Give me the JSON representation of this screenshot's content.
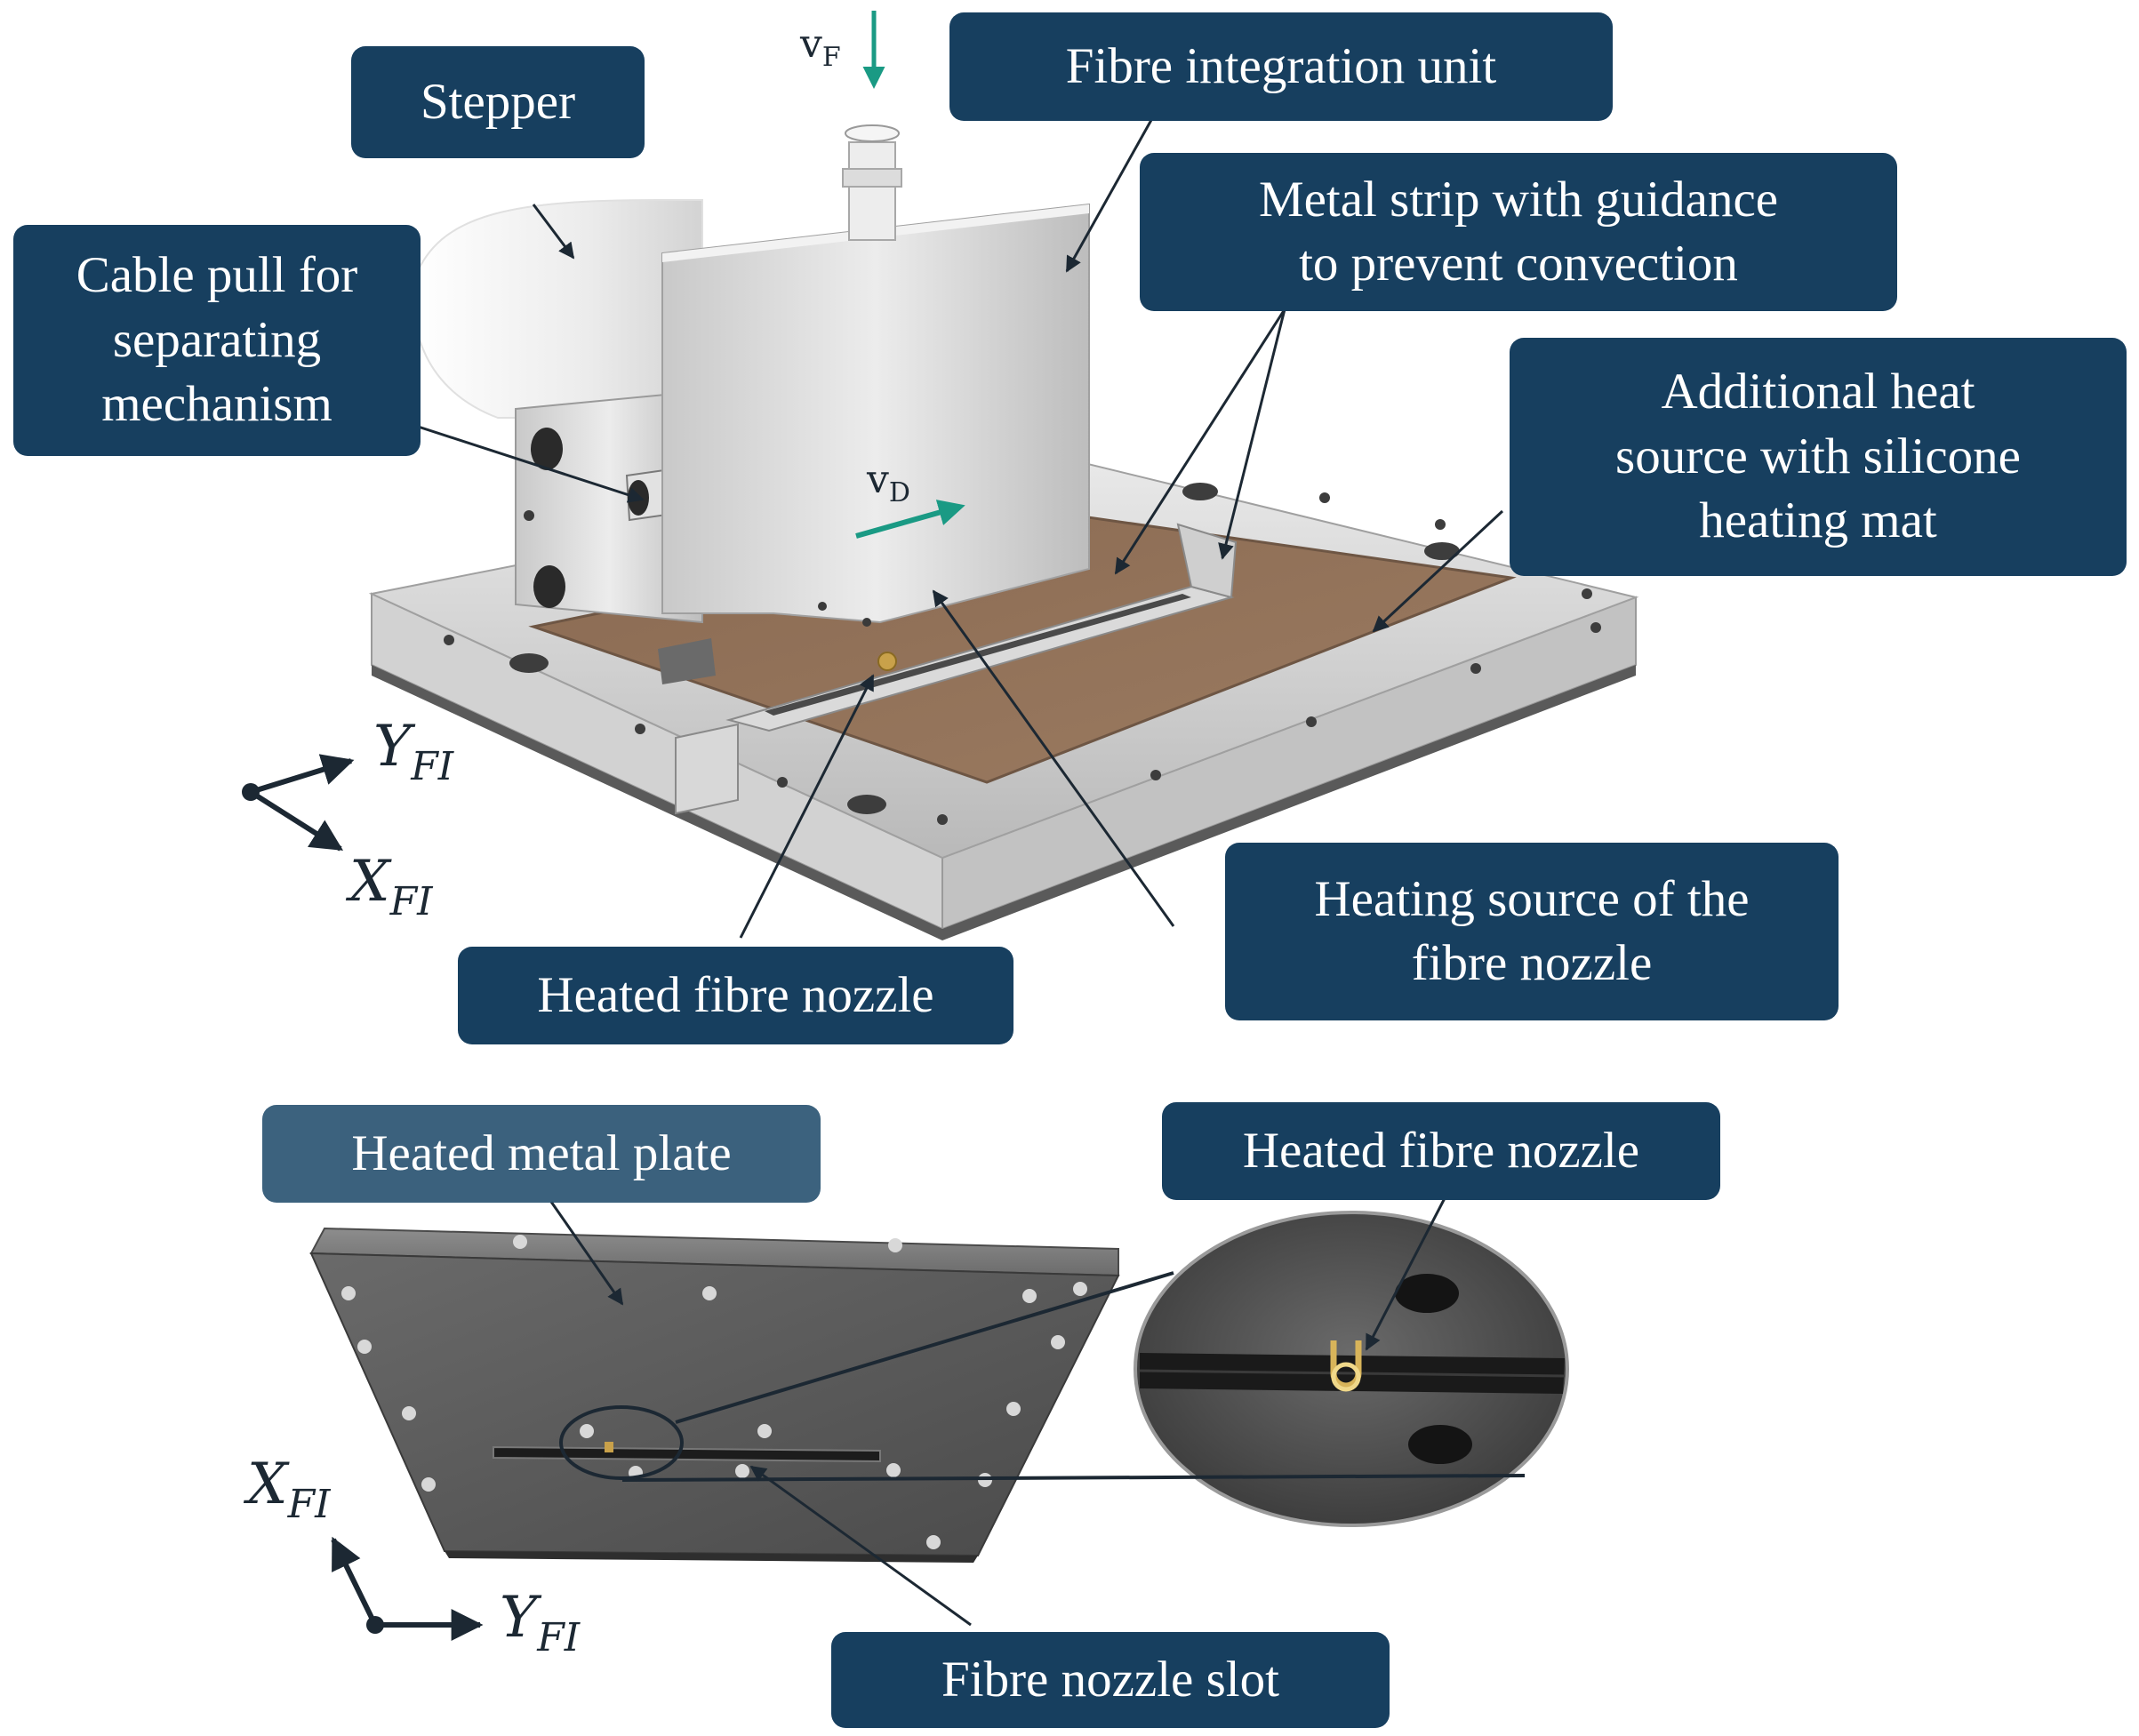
{
  "labels": {
    "stepper": "Stepper",
    "cable_pull": "Cable pull for\nseparating\nmechanism",
    "fibre_integration_unit": "Fibre integration unit",
    "metal_strip": "Metal strip with guidance\nto prevent convection",
    "additional_heat_source": "Additional heat\nsource with silicone\nheating mat",
    "heating_source_nozzle": "Heating source of the\nfibre nozzle",
    "heated_fibre_nozzle_top": "Heated fibre nozzle",
    "heated_metal_plate": "Heated metal plate",
    "heated_fibre_nozzle_bottom": "Heated fibre nozzle",
    "fibre_nozzle_slot": "Fibre nozzle slot"
  },
  "velocities": {
    "feed": {
      "symbol": "v",
      "subscript": "F"
    },
    "drive": {
      "symbol": "v",
      "subscript": "D"
    }
  },
  "axes_top": {
    "y": {
      "symbol": "Y",
      "subscript": "FI"
    },
    "x": {
      "symbol": "X",
      "subscript": "FI"
    }
  },
  "axes_bottom": {
    "x": {
      "symbol": "X",
      "subscript": "FI"
    },
    "y": {
      "symbol": "Y",
      "subscript": "FI"
    }
  },
  "colors": {
    "label_bg": "#173f5f",
    "velocity_arrow": "#1a9a84",
    "leader_line": "#1c2833"
  }
}
